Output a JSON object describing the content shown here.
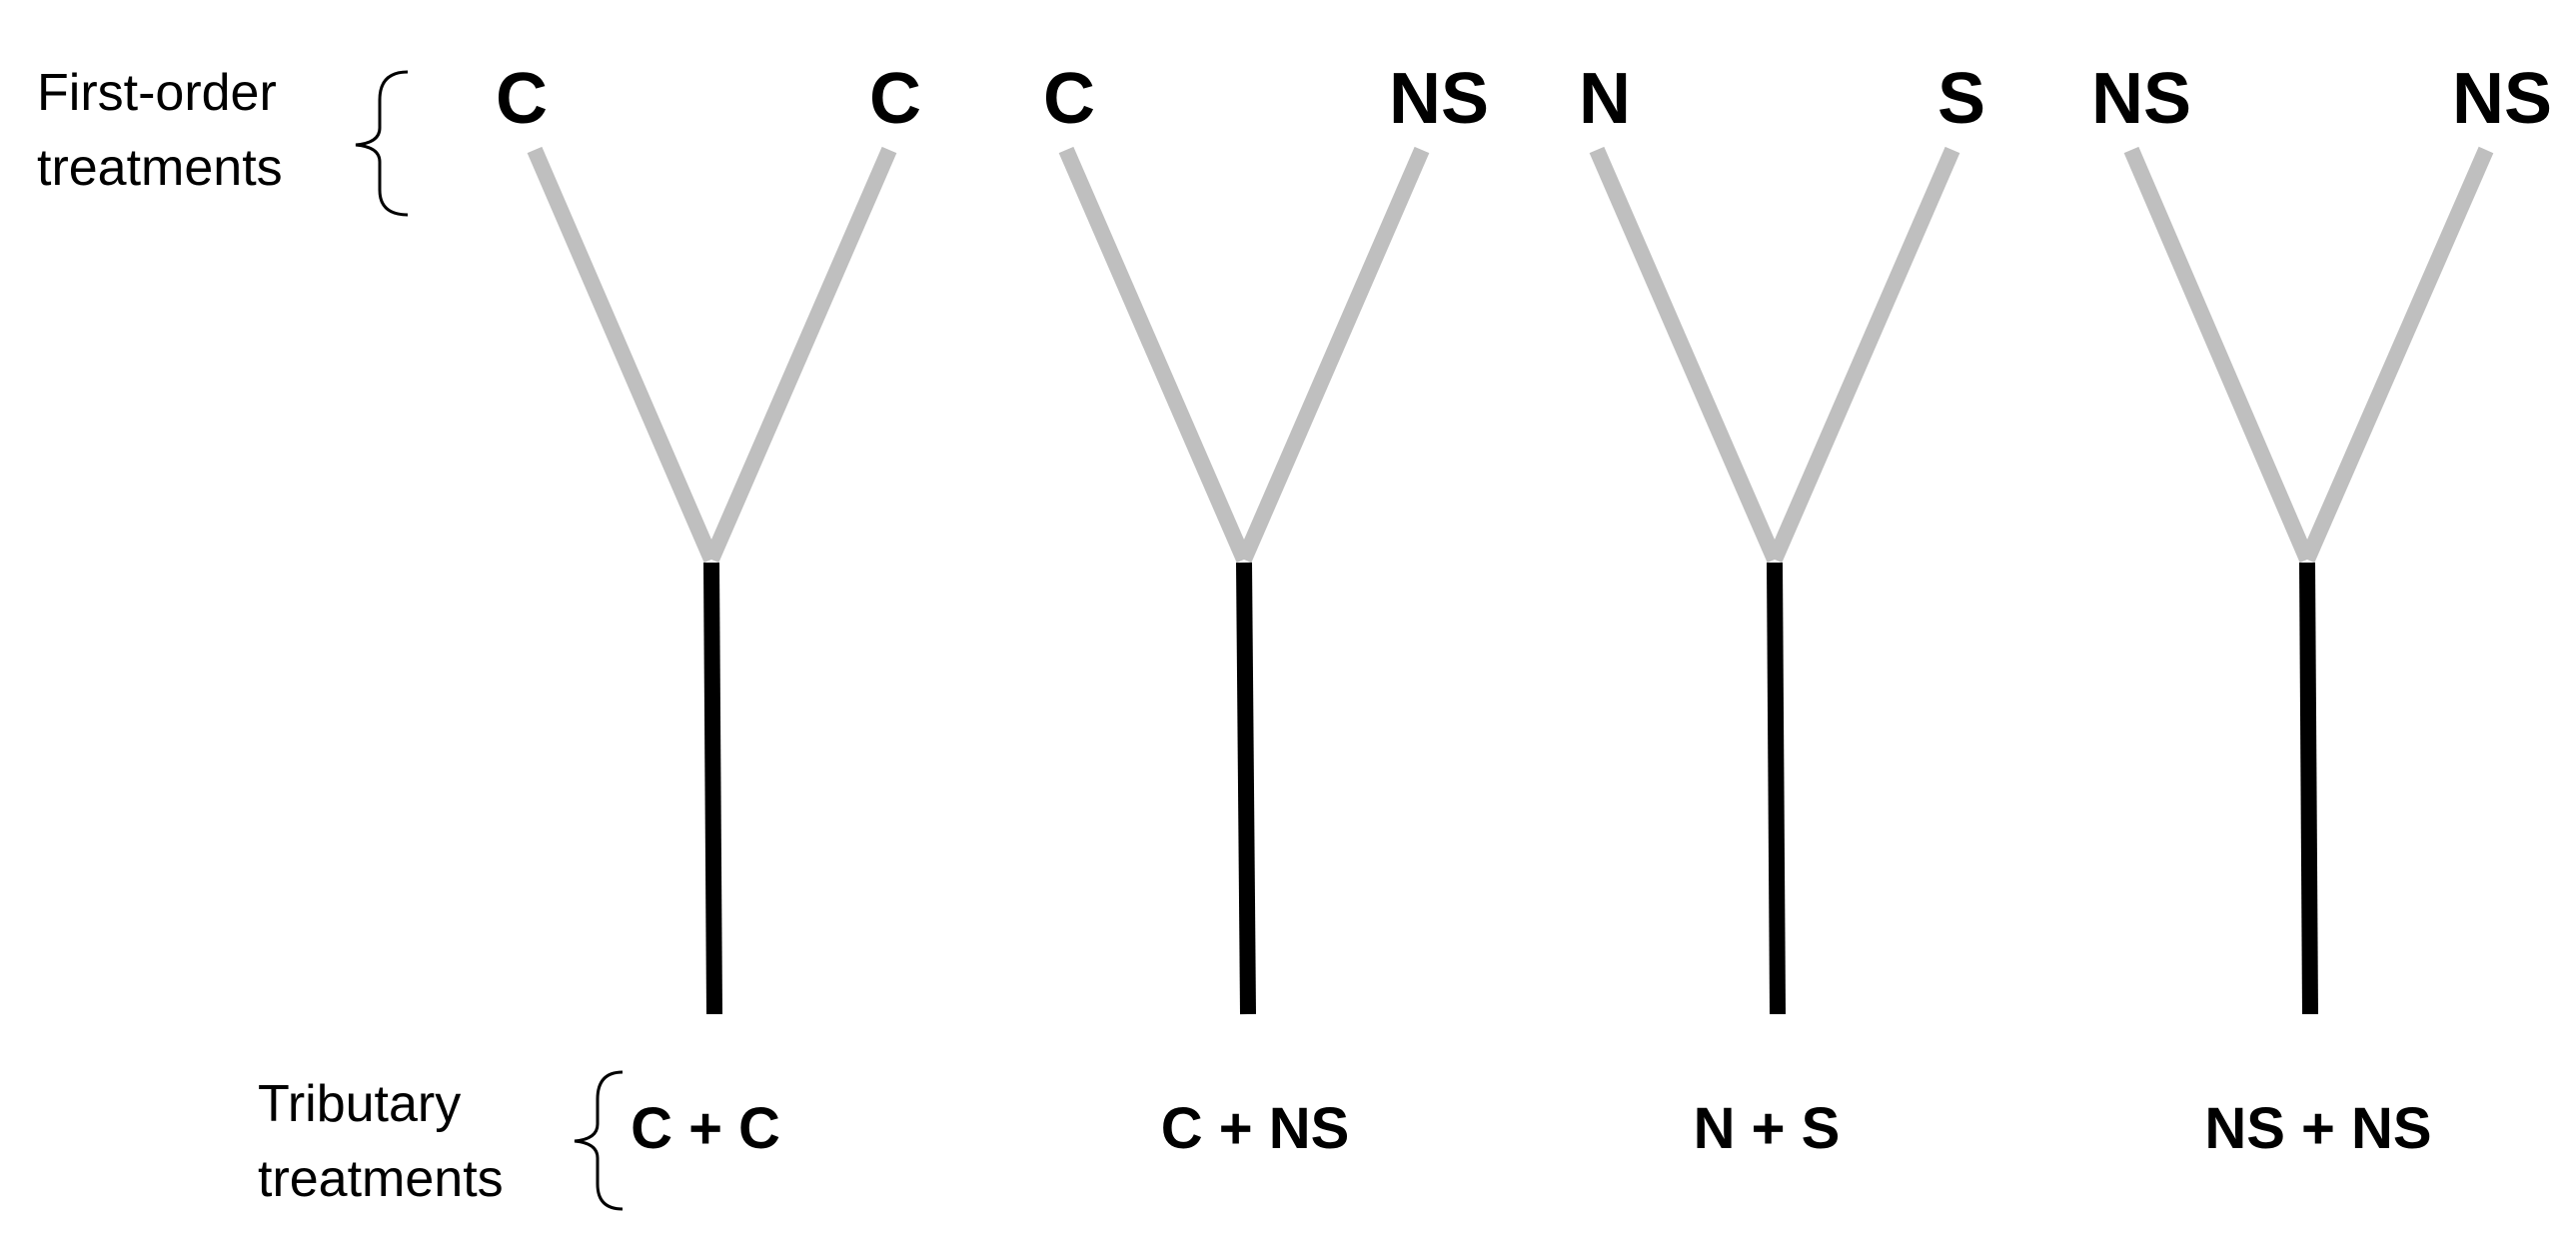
{
  "labels": {
    "first_order_line1": "First-order",
    "first_order_line2": "treatments",
    "tributary_line1": "Tributary",
    "tributary_line2": "treatments"
  },
  "colors": {
    "first_order_branch": "#bfbfbf",
    "tributary_stem": "#000000",
    "text": "#000000"
  },
  "junctions": [
    {
      "left": "C",
      "right": "C",
      "tributary": "C + C"
    },
    {
      "left": "C",
      "right": "NS",
      "tributary": "C + NS"
    },
    {
      "left": "N",
      "right": "S",
      "tributary": "N + S"
    },
    {
      "left": "NS",
      "right": "NS",
      "tributary": "NS + NS"
    }
  ]
}
